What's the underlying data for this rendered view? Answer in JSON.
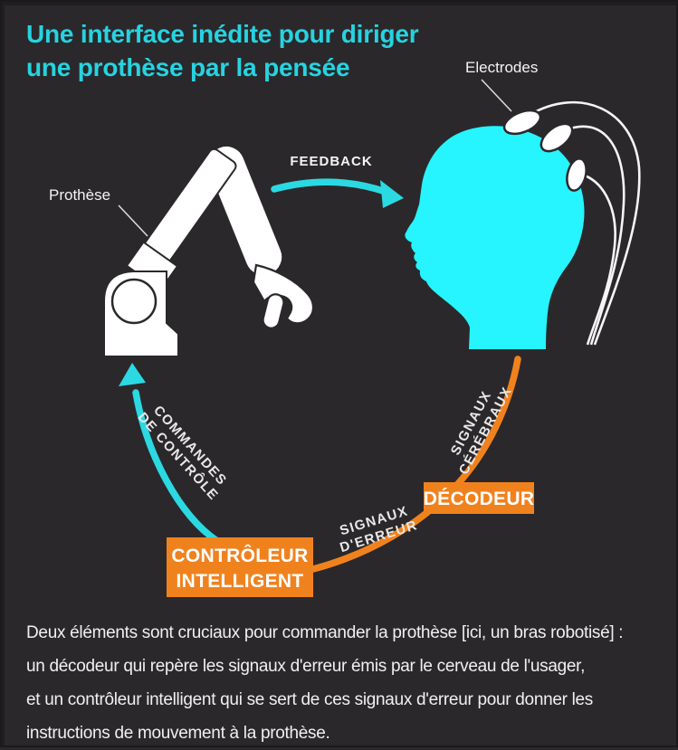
{
  "colors": {
    "background": "#2B282B",
    "title_cyan": "#27D3E0",
    "arrow_cyan": "#2BD9E2",
    "head_cyan": "#26F4FE",
    "orange": "#F0821E",
    "white": "#F4F4F4"
  },
  "title": {
    "line1": "Une interface inédite pour diriger",
    "line2": "une prothèse par la pensée"
  },
  "diagram": {
    "labels": {
      "electrodes": "Electrodes",
      "prosthesis": "Prothèse",
      "feedback": "FEEDBACK",
      "brain_signals": {
        "line1": "SIGNAUX",
        "line2": "CÉRÉBRAUX"
      },
      "error_signals": {
        "line1": "SIGNAUX",
        "line2": "D'ERREUR"
      },
      "control_commands": {
        "line1": "COMMANDES",
        "line2": "DE CONTRÔLE"
      }
    },
    "nodes": {
      "decoder": "DÉCODEUR",
      "controller": {
        "line1": "CONTRÔLEUR",
        "line2": "INTELLIGENT"
      }
    }
  },
  "caption": {
    "line1": "Deux éléments sont cruciaux pour commander la prothèse [ici, un bras robotisé] :",
    "line2": "un décodeur qui repère les signaux d'erreur émis par le cerveau de l'usager,",
    "line3": "et un contrôleur intelligent qui se sert de ces signaux d'erreur pour donner les",
    "line4": "instructions de mouvement à la prothèse."
  }
}
